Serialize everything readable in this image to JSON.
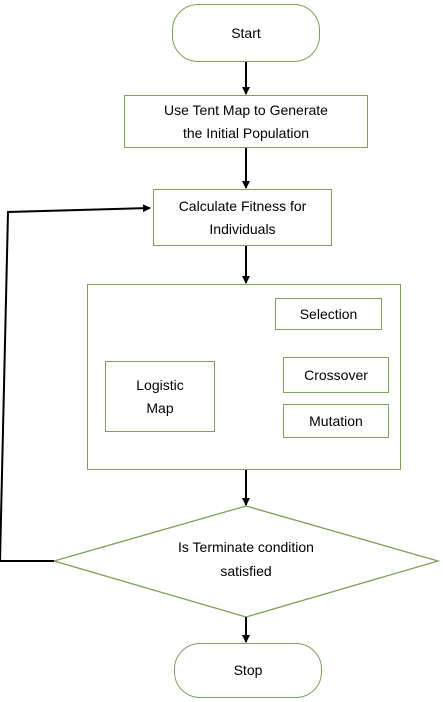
{
  "flowchart": {
    "start": "Start",
    "tent_map": "Use Tent Map to Generate\nthe Initial Population",
    "fitness": "Calculate Fitness for\nIndividuals",
    "selection": "Selection",
    "logistic_map": "Logistic\nMap",
    "crossover": "Crossover",
    "mutation": "Mutation",
    "decision": "Is Terminate condition\nsatisfied",
    "stop": "Stop"
  },
  "colors": {
    "border": "#7aa05a",
    "line": "#000000",
    "arrow_light": "#808080"
  }
}
